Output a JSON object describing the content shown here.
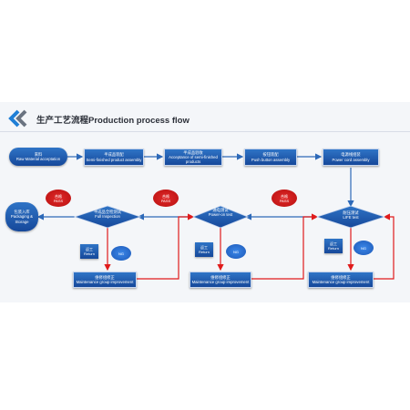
{
  "title": "生产工艺流程Production process flow",
  "colors": {
    "blue": "#1d5aa8",
    "red": "#d41c1c",
    "arrow": "#2d69b8",
    "return_line": "#e01b1b"
  },
  "nodes": {
    "raw_material": {
      "cn": "来料",
      "en": "Raw Material acceptation"
    },
    "semi_assembly": {
      "cn": "半成品装配",
      "en": "Semi-finished product assembly"
    },
    "semi_acceptance": {
      "cn": "半成品验收",
      "en": "Acceptance of semi-finished products"
    },
    "push_button": {
      "cn": "按钮装配",
      "en": "Push button assembly"
    },
    "power_cord": {
      "cn": "电源线组装",
      "en": "Power cord assembly"
    },
    "life_test": {
      "cn": "耐压测试",
      "en": "LIFE test"
    },
    "power_on": {
      "cn": "通电测试",
      "en": "Power-on test"
    },
    "full_inspection": {
      "cn": "半成品全检测试",
      "en": "Full Inspection"
    },
    "packaging": {
      "cn": "包装入库",
      "en": "Packaging & Storage"
    }
  },
  "pass_badges": [
    {
      "cn": "合格",
      "en": "PASS"
    },
    {
      "cn": "合格",
      "en": "PASS"
    },
    {
      "cn": "合格",
      "en": "PASS"
    }
  ],
  "ng_label": "NG",
  "return_boxes": [
    {
      "cn": "返工",
      "en": "Return"
    },
    {
      "cn": "返工",
      "en": "Return"
    },
    {
      "cn": "返工",
      "en": "Return"
    }
  ],
  "maintenance_boxes": [
    {
      "cn": "维修组修正",
      "en": "Maintenance group improvement"
    },
    {
      "cn": "维修组修正",
      "en": "Maintenance group improvement"
    },
    {
      "cn": "维修组修正",
      "en": "Maintenance group improvement"
    }
  ]
}
